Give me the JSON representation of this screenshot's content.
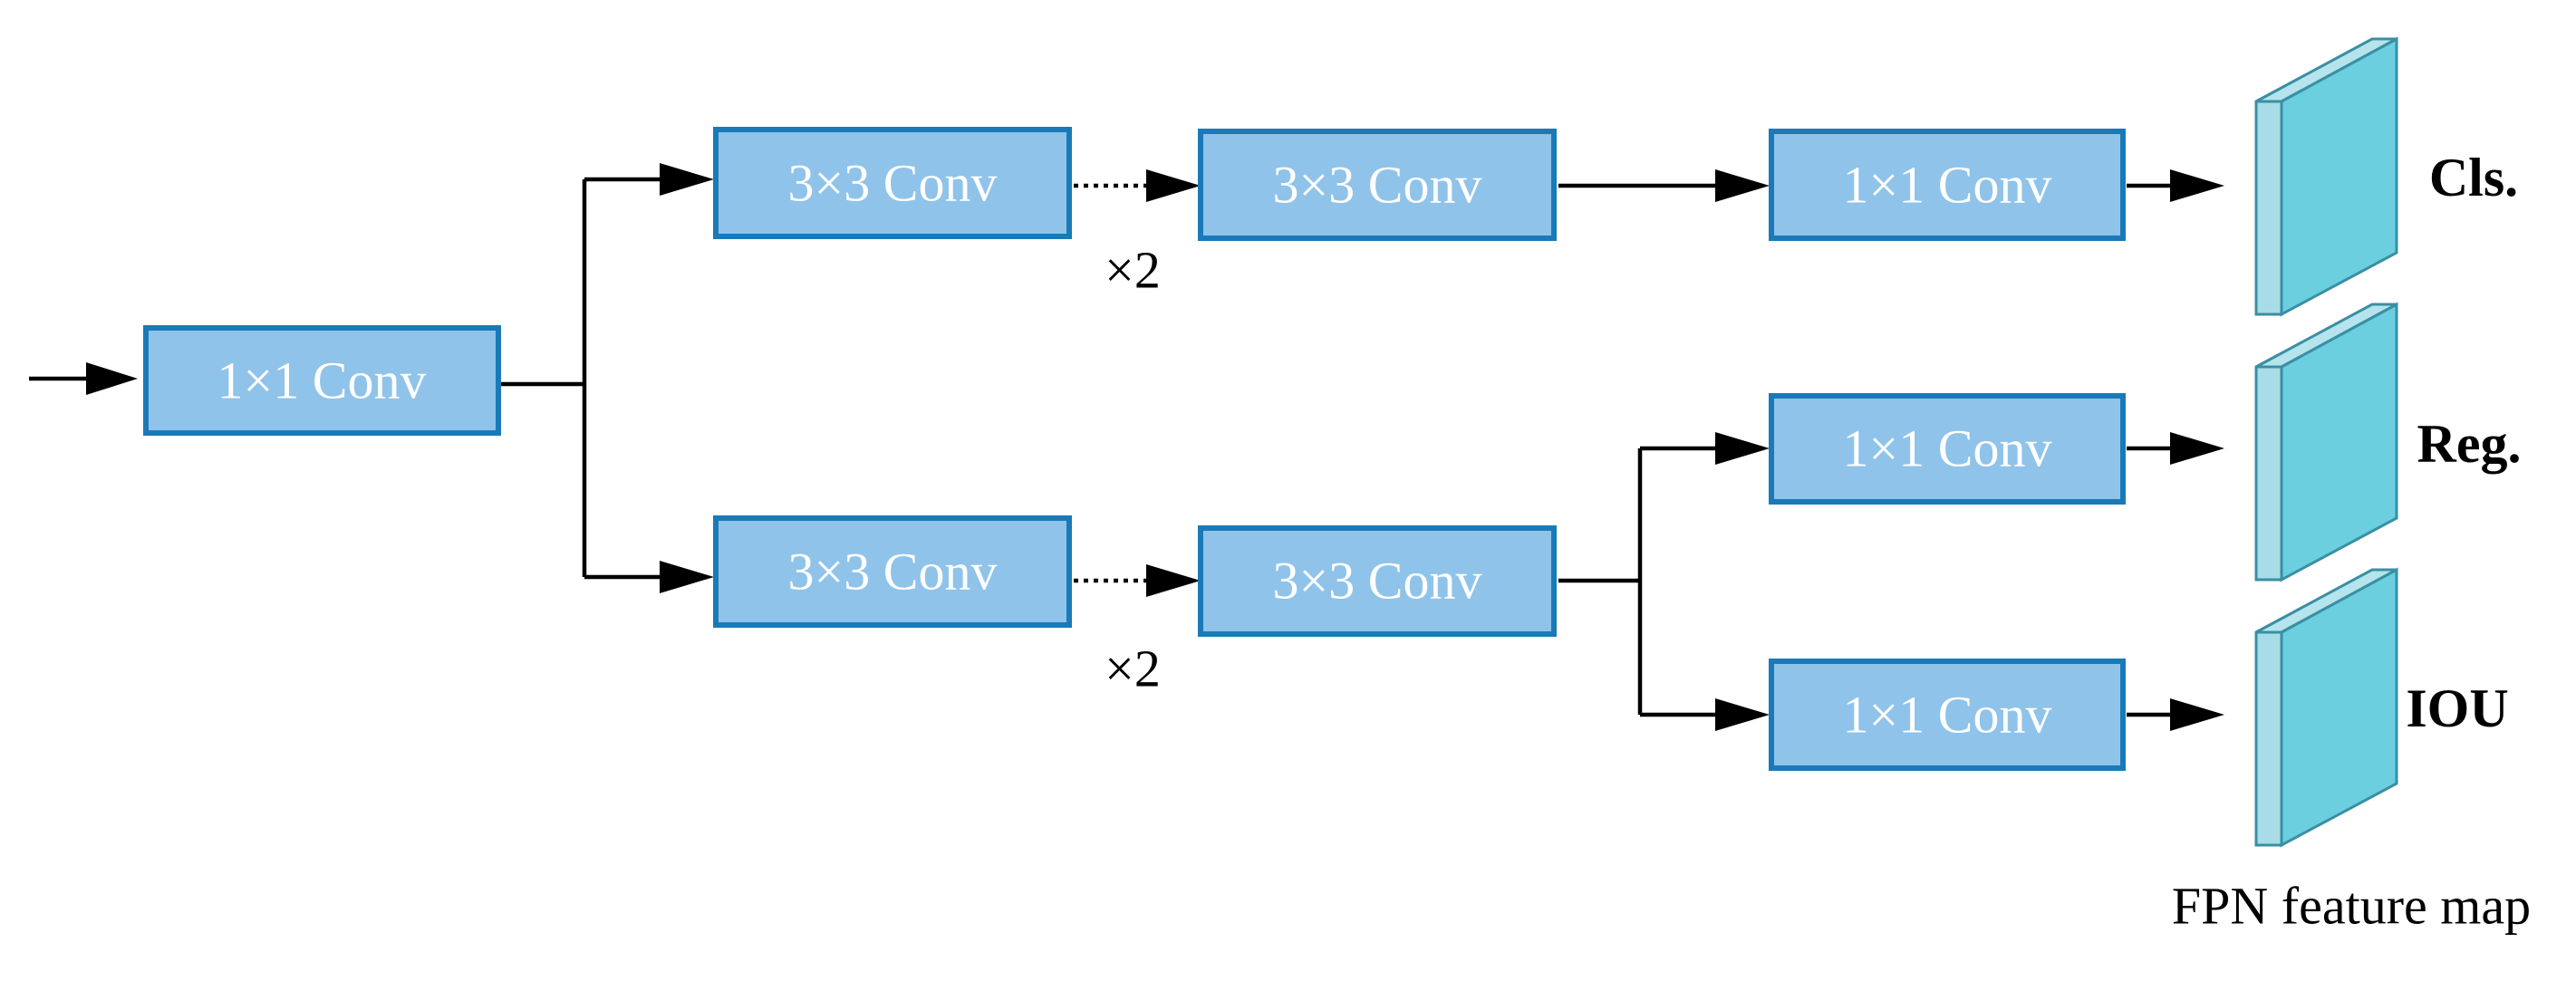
{
  "boxes": {
    "input_conv": "1×1 Conv",
    "cls_conv_a": "3×3 Conv",
    "cls_conv_b": "3×3 Conv",
    "cls_head_conv": "1×1 Conv",
    "reg_conv_a": "3×3 Conv",
    "reg_conv_b": "3×3 Conv",
    "reg_head_conv": "1×1 Conv",
    "iou_head_conv": "1×1 Conv"
  },
  "repeat_labels": {
    "top": "×2",
    "bottom": "×2"
  },
  "outputs": {
    "cls": "Cls.",
    "reg": "Reg.",
    "iou": "IOU"
  },
  "caption": "FPN feature map",
  "colors": {
    "box_fill": "#8fc3ea",
    "box_stroke": "#1a7ab8",
    "feature_map_face": "#6bcfdf",
    "feature_map_side": "#a8dce6"
  }
}
